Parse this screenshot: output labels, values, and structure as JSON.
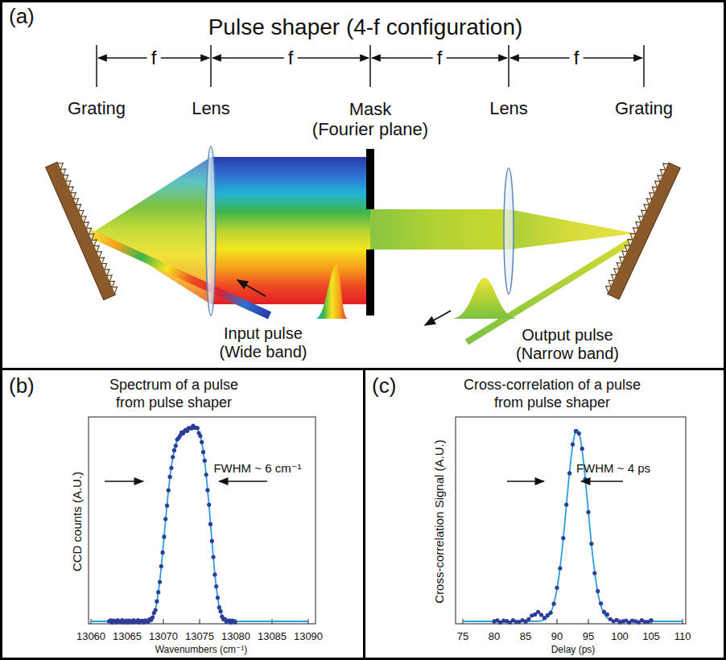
{
  "diagram": {
    "nodes": [
      {
        "text": [
          "(a)",
          "Pulse shaper (4-f configuration)"
        ]
      },
      {
        "text": [
          "(b)",
          "Spectrum of a pulse from pulse shaper"
        ]
      },
      {
        "text": [
          "(c)",
          "Cross-correlation of a pulse from pulse shaper"
        ]
      }
    ],
    "labels": [
      "f",
      "f",
      "f",
      "f",
      "Grating",
      "Lens",
      "Mask (Fourier plane)",
      "Lens",
      "Grating",
      "Input pulse (Wide band)",
      "Output pulse (Narrow band)",
      "CCD counts (A.U.)",
      "FWHM ~ 6 cm⁻¹",
      "13060",
      "13065",
      "13070",
      "13075",
      "13080",
      "13085",
      "13090",
      "Wavenumbers (cm⁻¹)",
      "Cross-correlation Signal (A.U.)",
      "FWHM ~ 4 ps",
      "75",
      "80",
      "85",
      "90",
      "95",
      "100",
      "105",
      "110",
      "Delay (ps)"
    ]
  }
}
